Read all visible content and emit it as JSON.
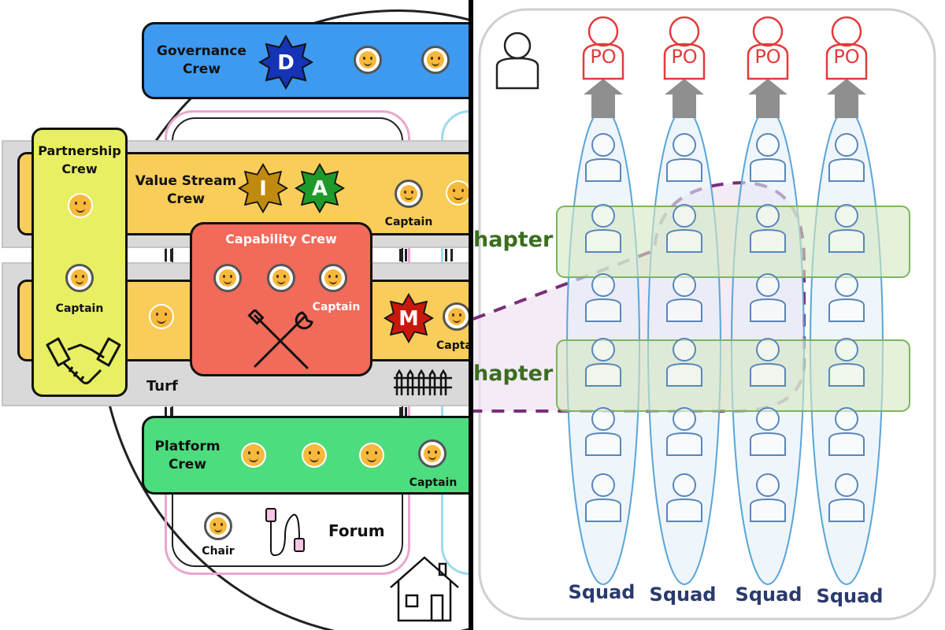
{
  "left": {
    "governance": {
      "title_line1": "Governance",
      "title_line2": "Crew",
      "badge": "D",
      "badge_color": "#1533b5"
    },
    "partnership": {
      "title_line1": "Partnership",
      "title_line2": "Crew",
      "captain": "Captain",
      "icon": "handshake-icon"
    },
    "value_stream": {
      "title_line1": "Value Stream",
      "title_line2": "Crew",
      "badge_i": "I",
      "badge_a": "A",
      "captain": "Captain",
      "badge_i_color": "#c08a10",
      "badge_a_color": "#1f9a2a"
    },
    "capability": {
      "title": "Capability Crew",
      "captain": "Captain",
      "icon": "tools-icon"
    },
    "second_row": {
      "badge_m": "M",
      "captain": "Capta",
      "badge_m_color": "#c8180c"
    },
    "turf": {
      "label": "Turf",
      "icon": "fence-icon"
    },
    "platform": {
      "title_line1": "Platform",
      "title_line2": "Crew",
      "captain": "Captain"
    },
    "forum": {
      "label": "Forum",
      "chair": "Chair",
      "icon": "cable-icon"
    },
    "house_icon": "house-icon",
    "colors": {
      "governance": "#3d9af0",
      "yellow": "#f9cd5a",
      "partnership": "#e8ef62",
      "capability": "#f26a5a",
      "platform": "#4ddc7e",
      "gray": "#d9d9d9"
    }
  },
  "right": {
    "po_labels": [
      "PO",
      "PO",
      "PO",
      "PO"
    ],
    "chapters": [
      "hapter",
      "hapter"
    ],
    "squads": [
      "Squad",
      "Squad",
      "Squad",
      "Squad"
    ],
    "colors": {
      "po": "#e23b3b",
      "chapter_fill": "#d3e7c2",
      "chapter_border": "#7cb461",
      "squad_border": "#5aa5d8",
      "dashed": "#7a2d7a"
    }
  }
}
